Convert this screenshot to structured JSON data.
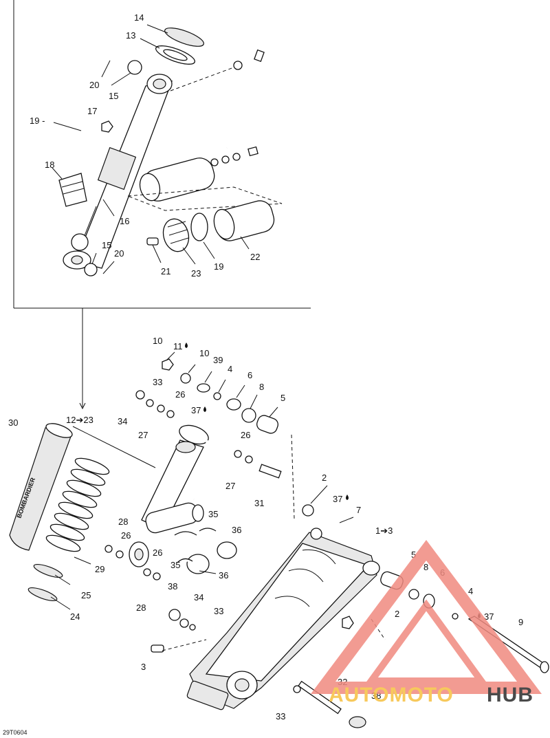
{
  "diagram_code": "29T0604",
  "callouts": [
    {
      "id": "c1",
      "text": "14"
    },
    {
      "id": "c2",
      "text": "13"
    },
    {
      "id": "c3",
      "text": "20"
    },
    {
      "id": "c4",
      "text": "15"
    },
    {
      "id": "c5",
      "text": "17"
    },
    {
      "id": "c6",
      "text": "19 -"
    },
    {
      "id": "c7",
      "text": "18"
    },
    {
      "id": "c8",
      "text": "16"
    },
    {
      "id": "c9",
      "text": "15"
    },
    {
      "id": "c10",
      "text": "20"
    },
    {
      "id": "c11",
      "text": "21"
    },
    {
      "id": "c12",
      "text": "23"
    },
    {
      "id": "c13",
      "text": "19"
    },
    {
      "id": "c14",
      "text": "22"
    },
    {
      "id": "c15",
      "text": "10"
    },
    {
      "id": "c16",
      "text": "11"
    },
    {
      "id": "c17",
      "text": "10"
    },
    {
      "id": "c18",
      "text": "39"
    },
    {
      "id": "c19",
      "text": "4"
    },
    {
      "id": "c20",
      "text": "6"
    },
    {
      "id": "c21",
      "text": "8"
    },
    {
      "id": "c22",
      "text": "5"
    },
    {
      "id": "c23",
      "text": "33"
    },
    {
      "id": "c24",
      "text": "26"
    },
    {
      "id": "c25",
      "text": "37"
    },
    {
      "id": "c26",
      "text": "34"
    },
    {
      "id": "c27",
      "text": "27"
    },
    {
      "id": "c28",
      "text": "30"
    },
    {
      "id": "c29",
      "text": "12➔23"
    },
    {
      "id": "c30",
      "text": "26"
    },
    {
      "id": "c31",
      "text": "27"
    },
    {
      "id": "c32",
      "text": "31"
    },
    {
      "id": "c33",
      "text": "2"
    },
    {
      "id": "c34",
      "text": "37"
    },
    {
      "id": "c35",
      "text": "7"
    },
    {
      "id": "c36",
      "text": "1➔3"
    },
    {
      "id": "c37",
      "text": "35"
    },
    {
      "id": "c38",
      "text": "36"
    },
    {
      "id": "c39",
      "text": "28"
    },
    {
      "id": "c40",
      "text": "26"
    },
    {
      "id": "c41",
      "text": "26"
    },
    {
      "id": "c42",
      "text": "35"
    },
    {
      "id": "c43",
      "text": "36"
    },
    {
      "id": "c44",
      "text": "29"
    },
    {
      "id": "c45",
      "text": "25"
    },
    {
      "id": "c46",
      "text": "24"
    },
    {
      "id": "c47",
      "text": "28"
    },
    {
      "id": "c48",
      "text": "38"
    },
    {
      "id": "c49",
      "text": "34"
    },
    {
      "id": "c50",
      "text": "33"
    },
    {
      "id": "c51",
      "text": "5"
    },
    {
      "id": "c52",
      "text": "8"
    },
    {
      "id": "c53",
      "text": "6"
    },
    {
      "id": "c54",
      "text": "4"
    },
    {
      "id": "c55",
      "text": "37"
    },
    {
      "id": "c56",
      "text": "9"
    },
    {
      "id": "c57",
      "text": "2"
    },
    {
      "id": "c58",
      "text": "3"
    },
    {
      "id": "c59",
      "text": "32"
    },
    {
      "id": "c60",
      "text": "38"
    },
    {
      "id": "c61",
      "text": "33"
    }
  ],
  "spring_cover_lettering": "BOMBARDIER",
  "watermark": {
    "part1": "AUTOMOTO",
    "part2": "HUB",
    "color_primary": "#f08a80",
    "color_secondary": "#f6c040",
    "color_dark": "#2b2b2b"
  }
}
